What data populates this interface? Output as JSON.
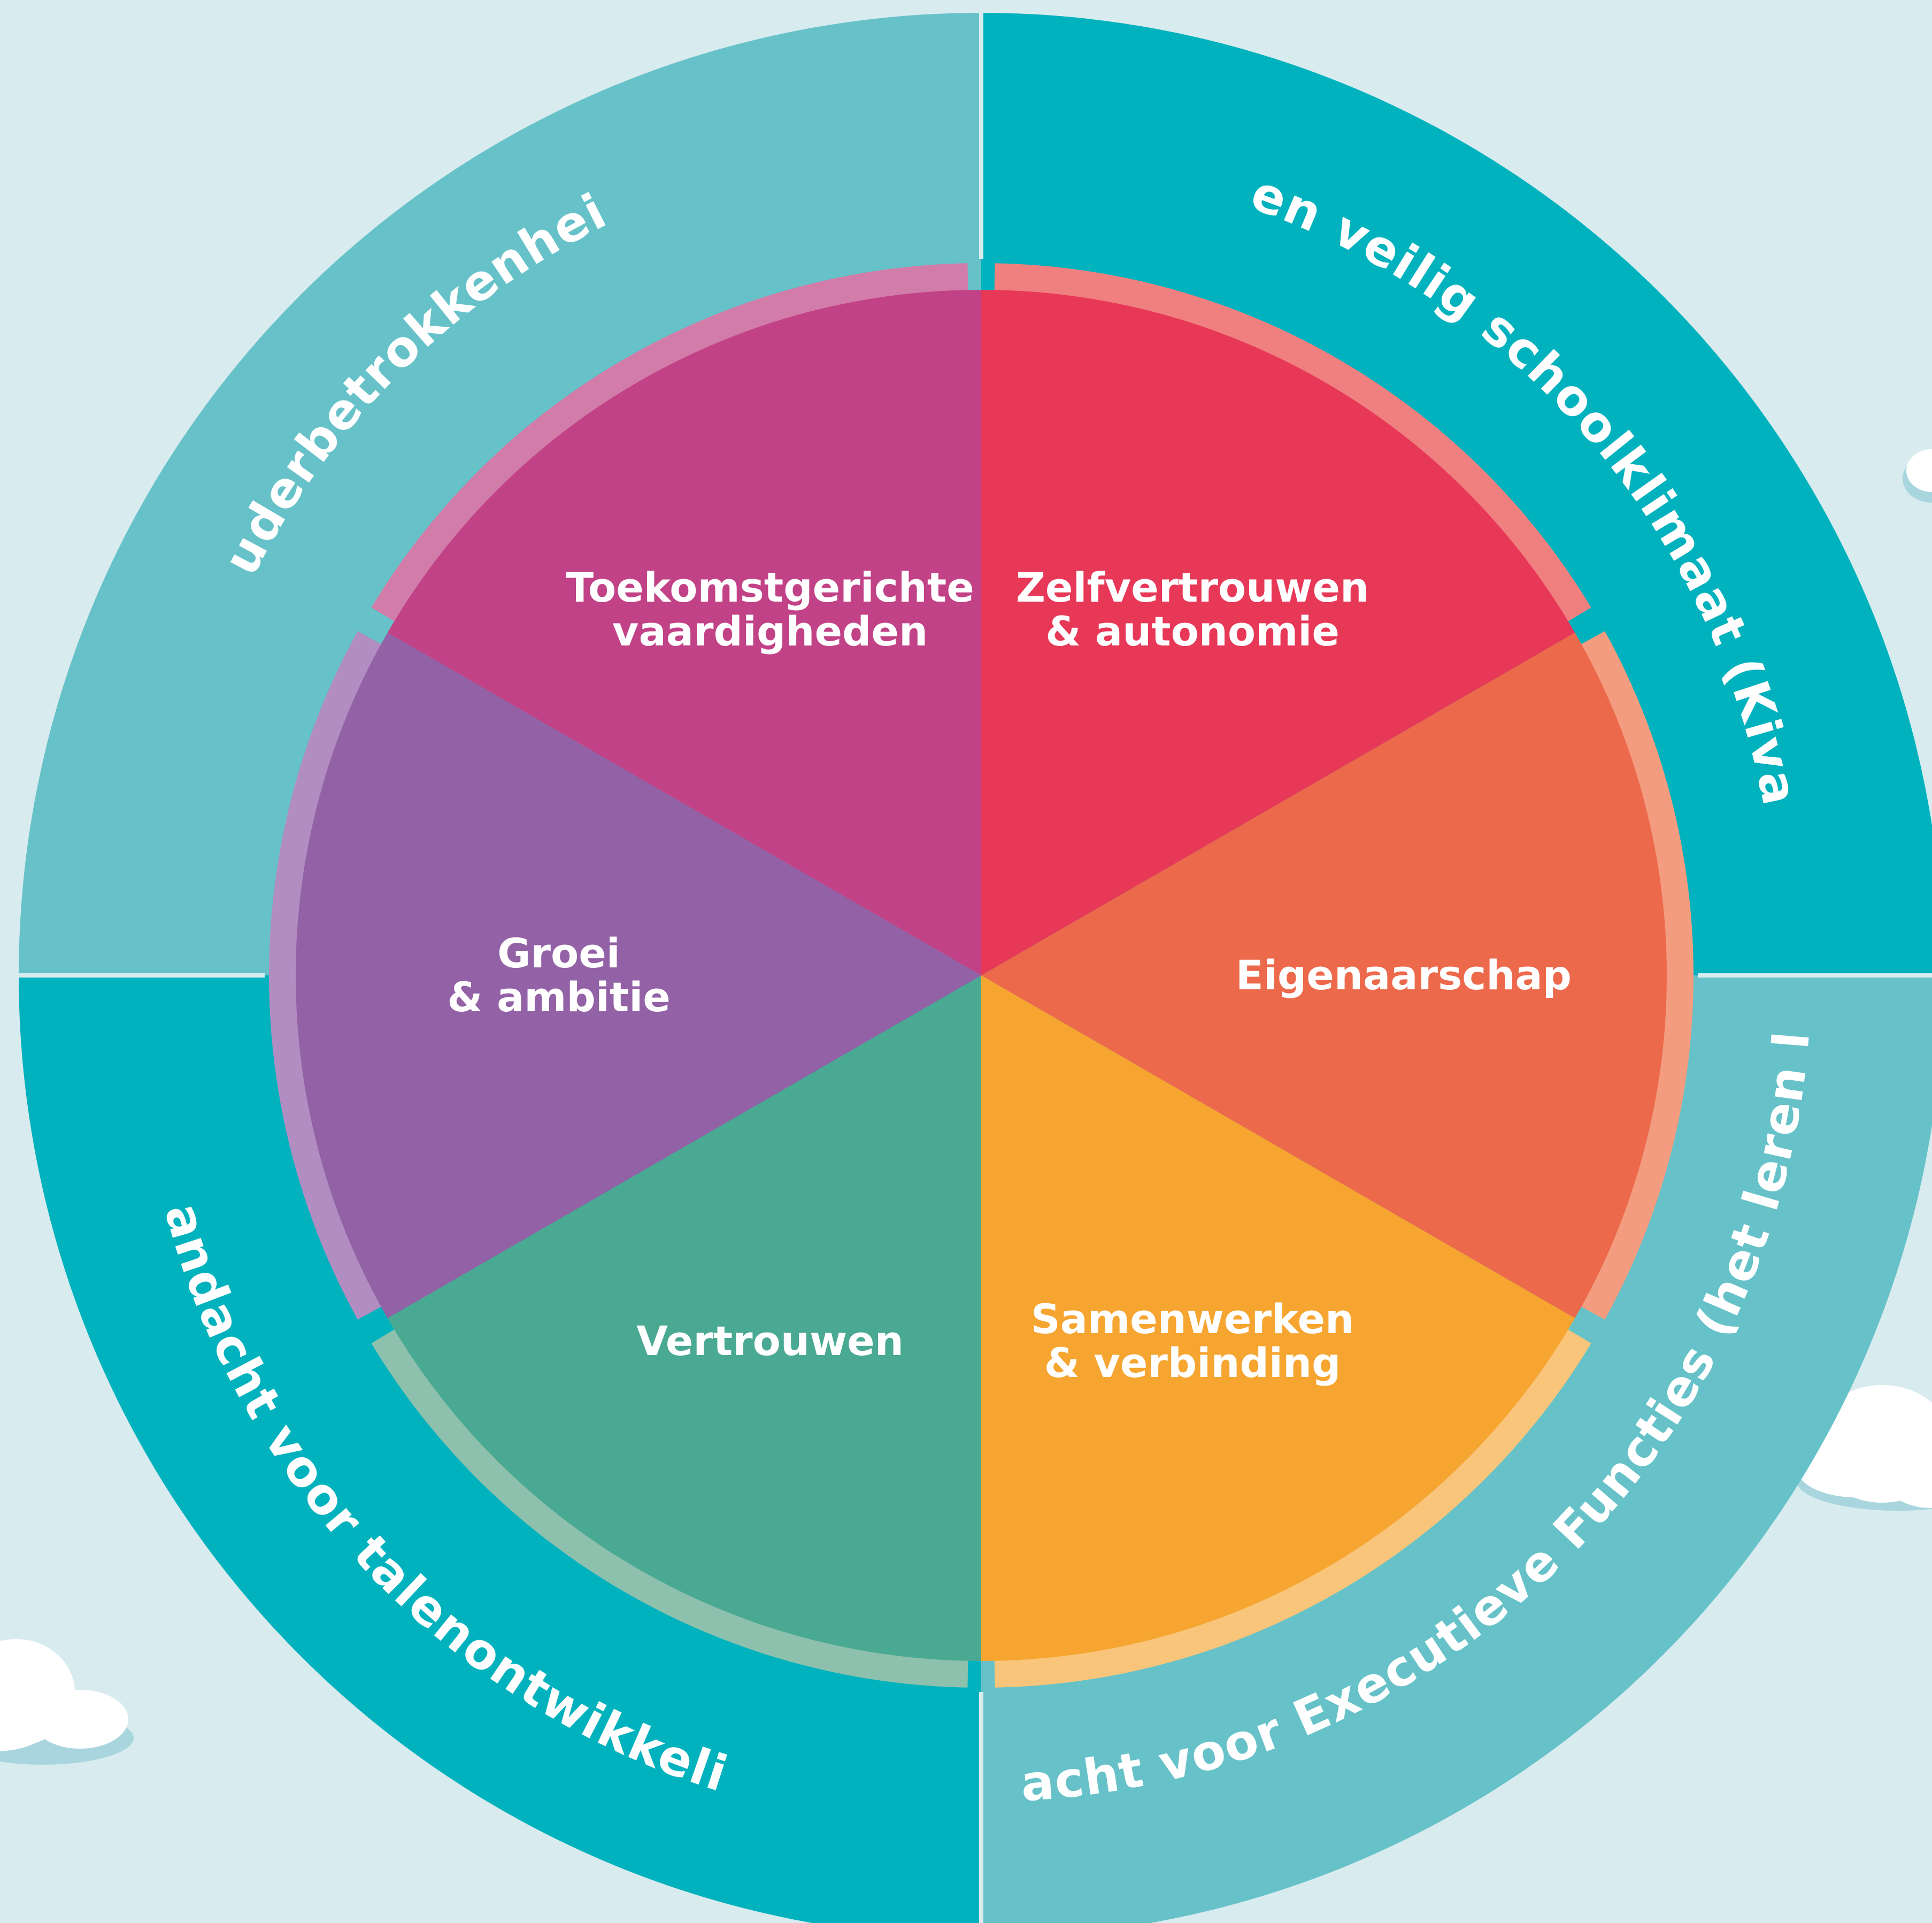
{
  "colors": {
    "background": "#d8ebef",
    "cloud": "#ffffff",
    "cloud_shadow": "#a9d6de",
    "quadrant_dark": "#00b2bd",
    "quadrant_light": "#66c2c8"
  },
  "outer_ring": [
    {
      "label": "Een veilig schoolklimaat (Kiva)",
      "color": "#00b2bd"
    },
    {
      "label": "Aandacht voor Executieve Functies (het leren leren)",
      "color": "#66c2c8"
    },
    {
      "label": "Aandacht voor talenontwikkeling",
      "color": "#00b2bd"
    },
    {
      "label": "Ouderbetrokkenheid",
      "color": "#66c2c8"
    }
  ],
  "wheel": [
    {
      "lines": [
        "Zelfvertrouwen",
        "& autonomie"
      ],
      "color": "#e73858",
      "rim": "#f08080"
    },
    {
      "lines": [
        "Eigenaarschap"
      ],
      "color": "#ec694b",
      "rim": "#f39c7f"
    },
    {
      "lines": [
        "Samenwerken",
        "& verbinding"
      ],
      "color": "#f6a531",
      "rim": "#f8c57a"
    },
    {
      "lines": [
        "Vertrouwen"
      ],
      "color": "#4aa992",
      "rim": "#8dc1ad"
    },
    {
      "lines": [
        "Groei",
        "& ambitie"
      ],
      "color": "#9361a5",
      "rim": "#b18dc2"
    },
    {
      "lines": [
        "Toekomstgerichte",
        "vaardigheden"
      ],
      "color": "#c14287",
      "rim": "#d27ca9"
    }
  ]
}
